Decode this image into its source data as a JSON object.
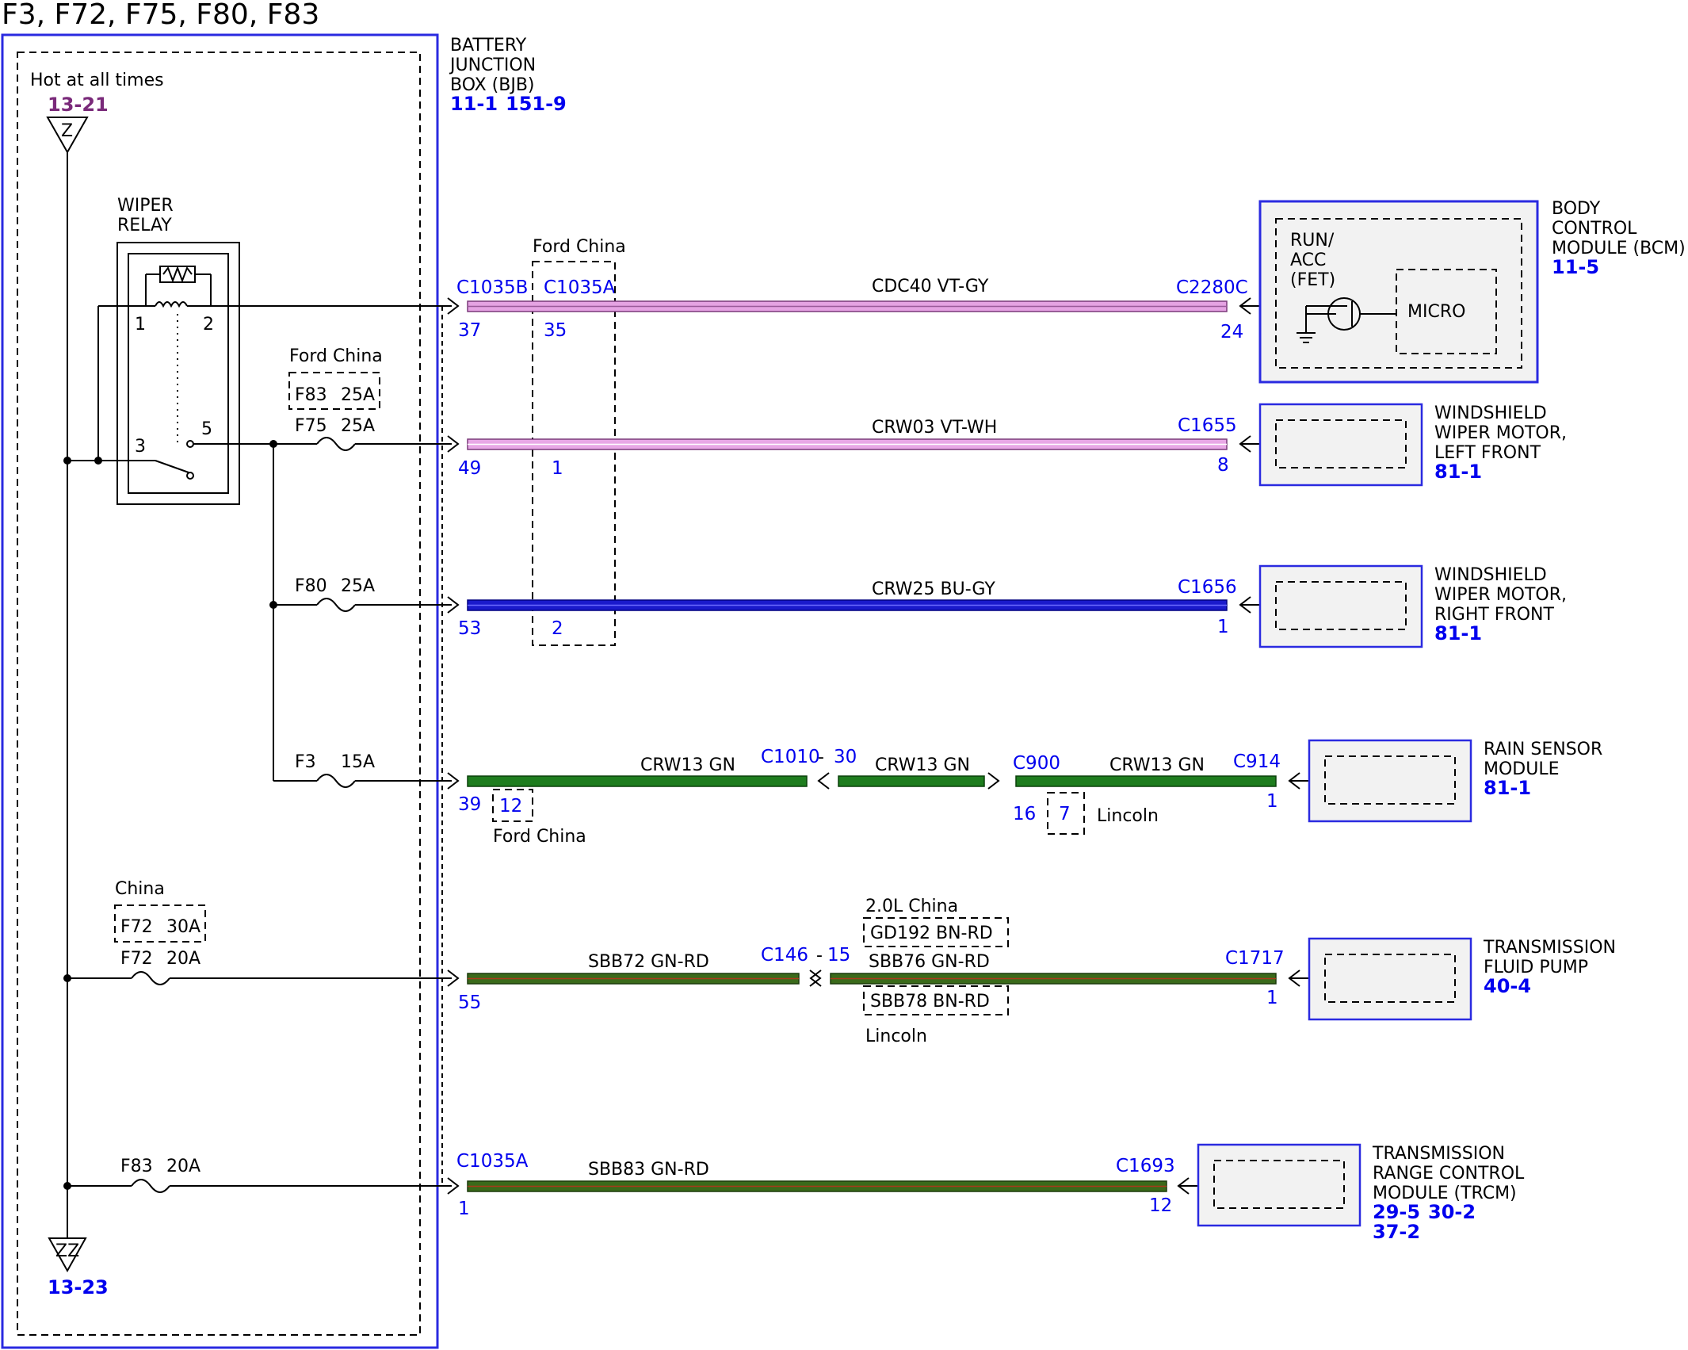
{
  "title": "F3, F72, F75, F80, F83",
  "bjb": {
    "name_lines": [
      "BATTERY",
      "JUNCTION",
      "BOX (BJB)"
    ],
    "refs": [
      "11-1",
      "151-9"
    ],
    "hot_label": "Hot at all times",
    "top_ref": "13-21",
    "top_symbol": "Z",
    "bottom_symbol": "ZZ",
    "bottom_ref": "13-23"
  },
  "relay": {
    "name_lines": [
      "WIPER",
      "RELAY"
    ],
    "pins": [
      "1",
      "2",
      "3",
      "5"
    ]
  },
  "fuses": {
    "f83_25": {
      "variant": "Ford China",
      "name": "F83",
      "rating": "25A"
    },
    "f75": {
      "name": "F75",
      "rating": "25A"
    },
    "f80": {
      "name": "F80",
      "rating": "25A"
    },
    "f3": {
      "name": "F3",
      "rating": "15A"
    },
    "f72_30": {
      "variant": "China",
      "name": "F72",
      "rating": "30A"
    },
    "f72": {
      "name": "F72",
      "rating": "20A"
    },
    "f83": {
      "name": "F83",
      "rating": "20A"
    }
  },
  "connectors": {
    "ford_china_top": "Ford China",
    "c1035b": "C1035B",
    "c1035a": "C1035A",
    "c1035a_bottom": "C1035A"
  },
  "circuits": [
    {
      "wire": "CDC40  VT-GY",
      "color": "#e5a3e3",
      "pin_left": "37",
      "pin_alt": "35",
      "end_conn": "C2280C",
      "end_pin": "24"
    },
    {
      "wire": "CRW03  VT-WH",
      "color": "#e5a3e3",
      "pin_left": "49",
      "pin_alt": "1",
      "end_conn": "C1655",
      "end_pin": "8"
    },
    {
      "wire": "CRW25  BU-GY",
      "color": "#1a1acc",
      "pin_left": "53",
      "pin_alt": "2",
      "end_conn": "C1656",
      "end_pin": "1"
    },
    {
      "wire": "CRW13  GN",
      "color": "#1e7d1e",
      "pin_left": "39",
      "pin_alt": "12",
      "alt_label": "Ford China",
      "mid1_conn": "C1010",
      "mid1_pin": "30",
      "wire2": "CRW13  GN",
      "mid2_conn": "C900",
      "mid2_pin": "16",
      "mid2_alt": "7",
      "mid2_alt_label": "Lincoln",
      "wire3": "CRW13  GN",
      "end_conn": "C914",
      "end_pin": "1"
    },
    {
      "wire": "SBB72  GN-RD",
      "color": "#3a6a1a",
      "pin_left": "55",
      "mid_conn": "C146",
      "mid_pin": "15",
      "var_top_label": "2.0L China",
      "var_top": "GD192  BN-RD",
      "wire2": "SBB76  GN-RD",
      "var_bottom": "SBB78  BN-RD",
      "var_bottom_label": "Lincoln",
      "end_conn": "C1717",
      "end_pin": "1"
    },
    {
      "wire": "SBB83  GN-RD",
      "color": "#3a6a1a",
      "pin_left": "1",
      "end_conn": "C1693",
      "end_pin": "12"
    }
  ],
  "modules": {
    "bcm": {
      "lines": [
        "BODY",
        "CONTROL",
        "MODULE (BCM)"
      ],
      "refs": [
        "11-5"
      ],
      "inner": [
        "RUN/",
        "ACC",
        "(FET)"
      ],
      "micro": "MICRO"
    },
    "wm_lf": {
      "lines": [
        "WINDSHIELD",
        "WIPER MOTOR,",
        "LEFT FRONT"
      ],
      "refs": [
        "81-1"
      ]
    },
    "wm_rf": {
      "lines": [
        "WINDSHIELD",
        "WIPER MOTOR,",
        "RIGHT FRONT"
      ],
      "refs": [
        "81-1"
      ]
    },
    "rain": {
      "lines": [
        "RAIN SENSOR",
        "MODULE"
      ],
      "refs": [
        "81-1"
      ]
    },
    "tfp": {
      "lines": [
        "TRANSMISSION",
        "FLUID PUMP"
      ],
      "refs": [
        "40-4"
      ]
    },
    "trcm": {
      "lines": [
        "TRANSMISSION",
        "RANGE CONTROL",
        "MODULE (TRCM)"
      ],
      "refs": [
        "29-5",
        "30-2",
        "37-2"
      ]
    }
  }
}
